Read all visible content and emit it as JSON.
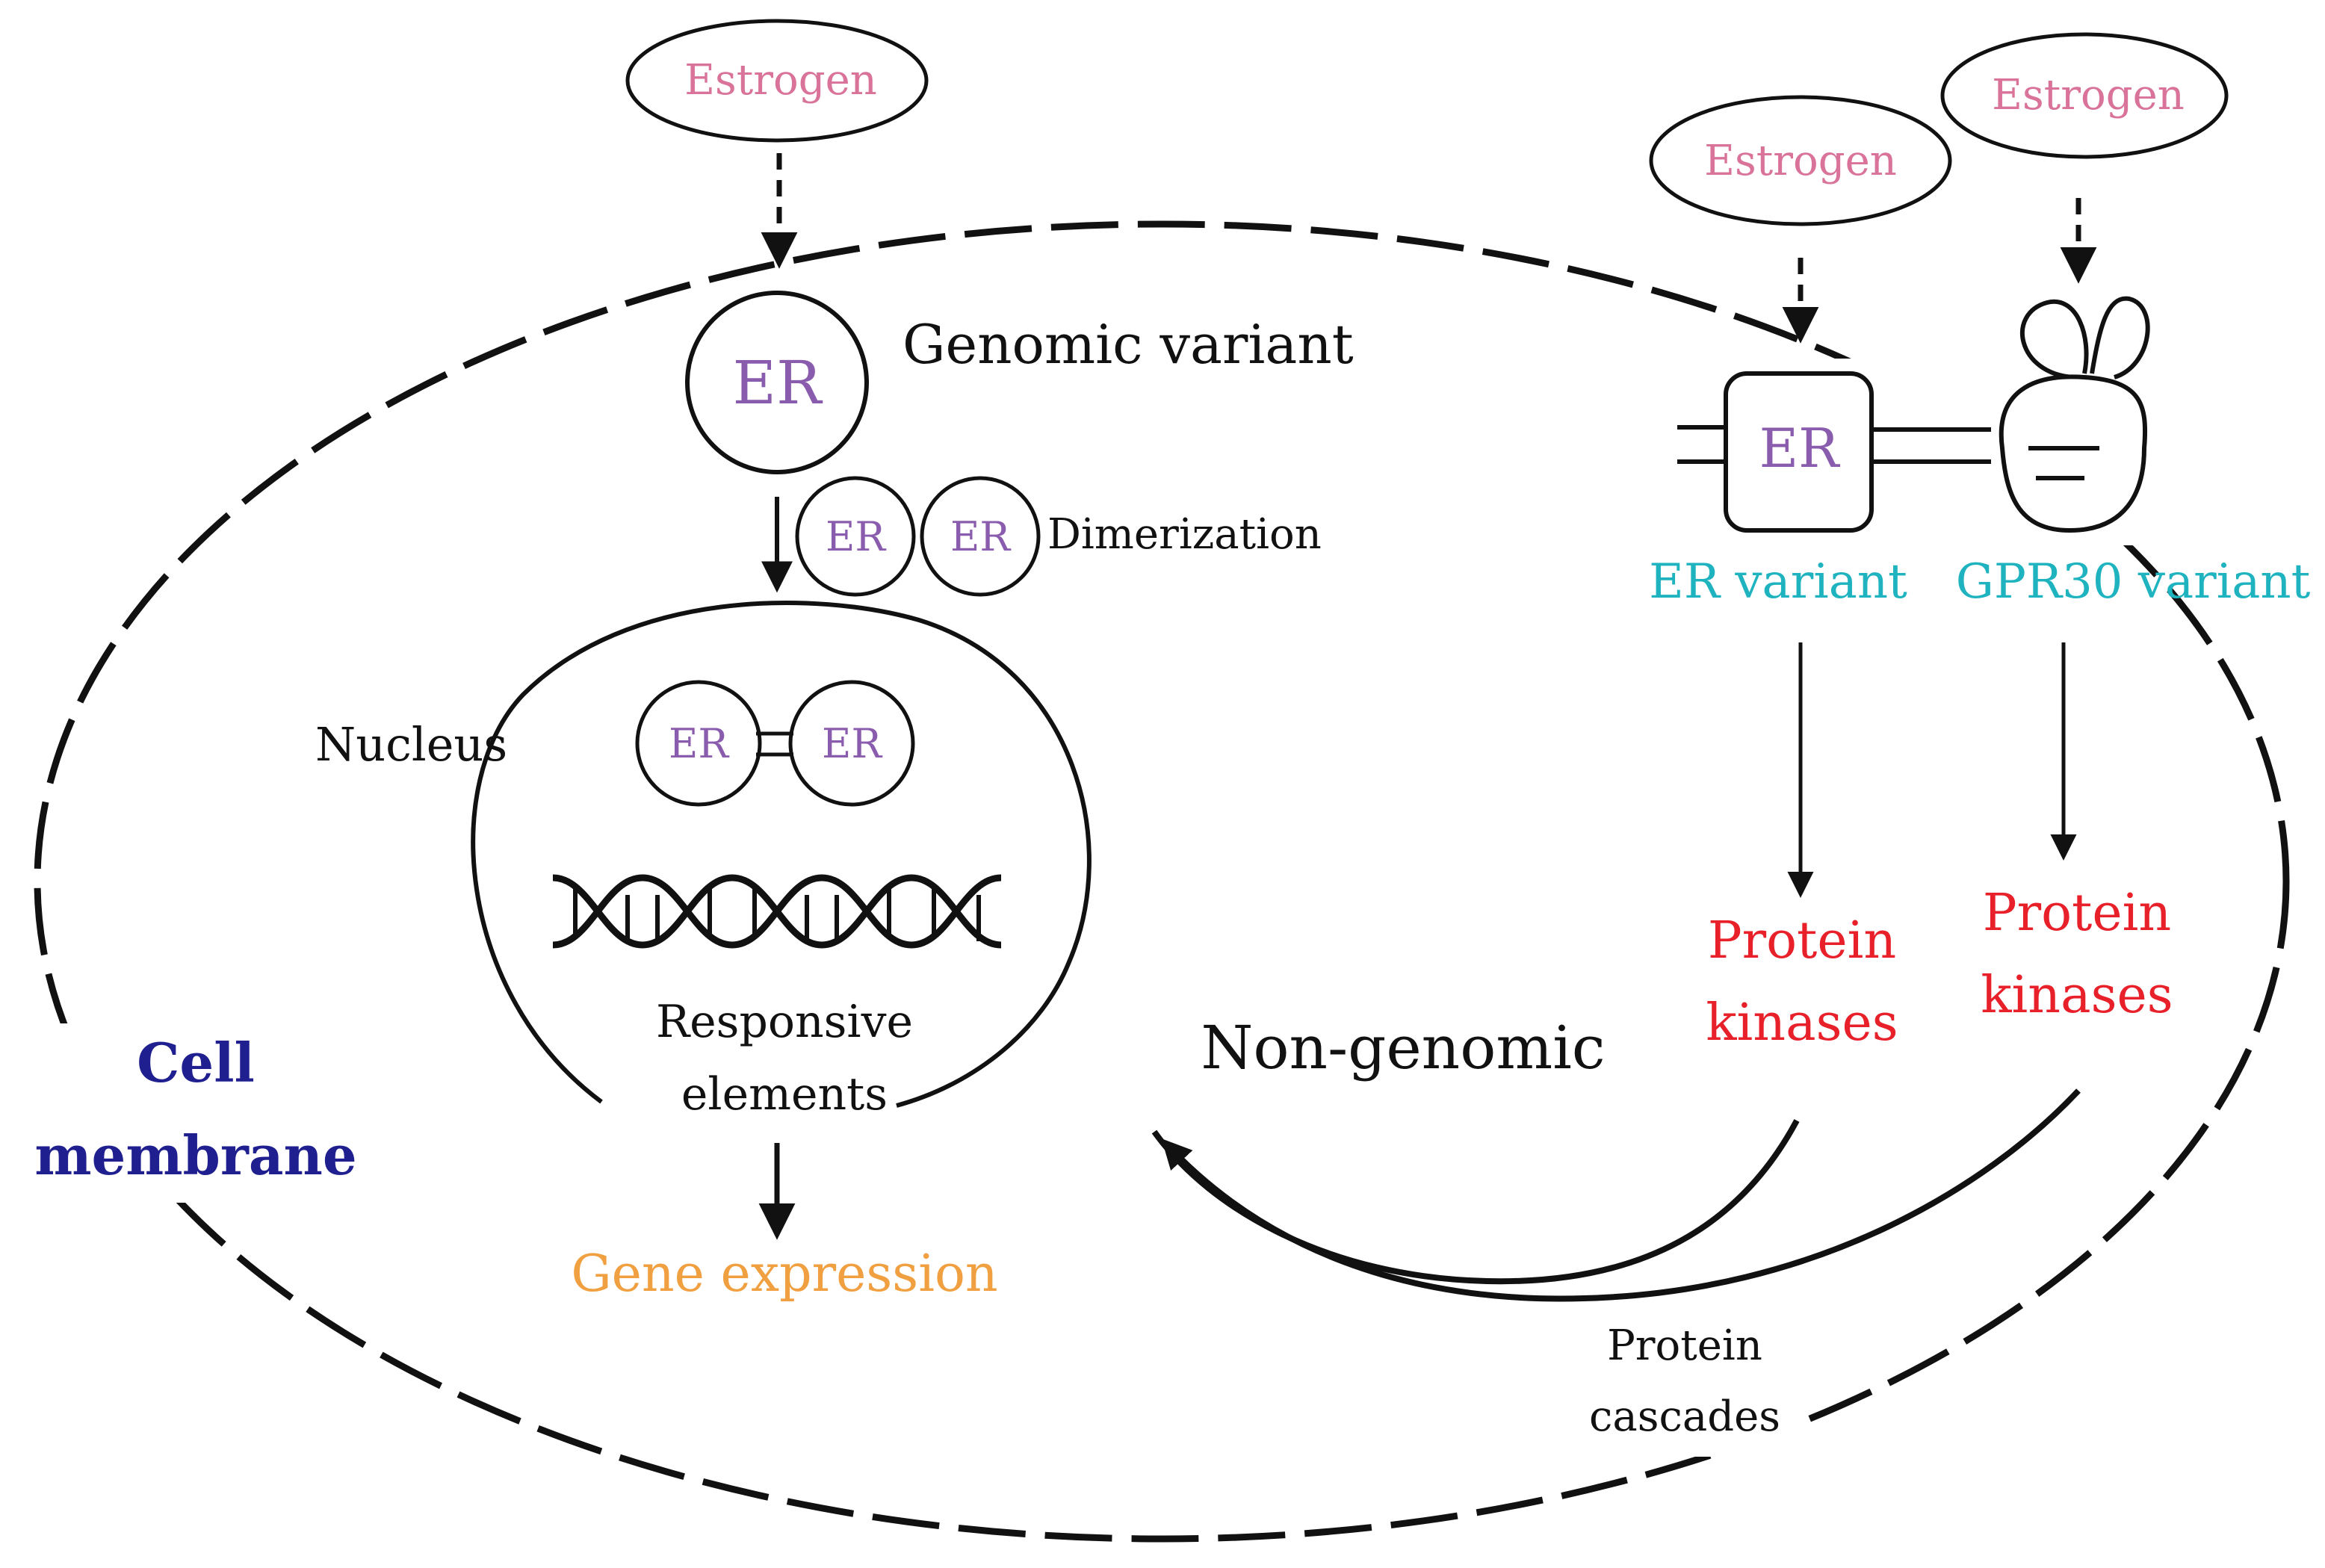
{
  "colors": {
    "estrogen": "#d9739a",
    "er": "#8a5cad",
    "variant": "#1fb3c0",
    "kinase": "#e8202a",
    "gene": "#f0a040",
    "membrane": "#1f1f8f",
    "ink": "#111111"
  },
  "labels": {
    "estrogen_1": "Estrogen",
    "estrogen_2": "Estrogen",
    "estrogen_3": "Estrogen",
    "er_genomic": "ER",
    "genomic_variant": "Genomic variant",
    "er_dimer_a": "ER",
    "er_dimer_b": "ER",
    "dimerization": "Dimerization",
    "nucleus": "Nucleus",
    "er_nuc_a": "ER",
    "er_nuc_b": "ER",
    "responsive_line1": "Responsive",
    "responsive_line2": "elements",
    "gene_expression": "Gene expression",
    "cell_membrane_line1": "Cell",
    "cell_membrane_line2": "membrane",
    "er_membrane": "ER",
    "er_variant": "ER variant",
    "gpr30_variant": "GPR30 variant",
    "kinases_1_line1": "Protein",
    "kinases_1_line2": "kinases",
    "kinases_2_line1": "Protein",
    "kinases_2_line2": "kinases",
    "non_genomic": "Non-genomic",
    "cascades_line1": "Protein",
    "cascades_line2": "cascades"
  }
}
